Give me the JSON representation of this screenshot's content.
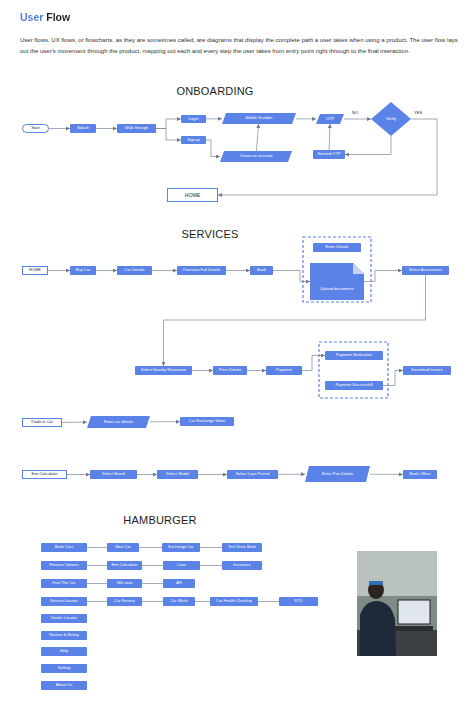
{
  "diagram": {
    "title": "User Flow",
    "caption": "User flows, UX flows, or flowcharts, as they are sometimes called, are diagrams that display the complete path a user takes when using a product. The user flow lays out the user's movement through the product, mapping out each and every step the user takes from entry point right through to the final interaction.",
    "nodes": [
      {
        "text": [
          "Start"
        ]
      },
      {
        "text": [
          "Splash"
        ]
      },
      {
        "text": [
          "Walk through"
        ]
      },
      {
        "text": [
          "Login"
        ]
      },
      {
        "text": [
          "Signup"
        ]
      },
      {
        "text": [
          "Mobile Number"
        ]
      },
      {
        "text": [
          "OTP"
        ]
      },
      {
        "text": [
          "Verify"
        ]
      },
      {
        "text": [
          "Create an account"
        ]
      },
      {
        "text": [
          "Resend OTP"
        ]
      },
      {
        "text": [
          "HOME"
        ]
      },
      {
        "text": [
          "HOME"
        ]
      },
      {
        "text": [
          "Buy Car"
        ]
      },
      {
        "text": [
          "Car Details"
        ]
      },
      {
        "text": [
          "Overview Full Details"
        ]
      },
      {
        "text": [
          "Book"
        ]
      },
      {
        "text": [
          "Enter Details"
        ]
      },
      {
        "text": [
          "Upload documents"
        ]
      },
      {
        "text": [
          "Select Accessories"
        ]
      },
      {
        "text": [
          "Select Nearby Showroom"
        ]
      },
      {
        "text": [
          "Price Details"
        ]
      },
      {
        "text": [
          "Payment"
        ]
      },
      {
        "text": [
          "Payment Verification"
        ]
      },
      {
        "text": [
          "Payment Successfull"
        ]
      },
      {
        "text": [
          "Download Invoice"
        ]
      },
      {
        "text": [
          "Trade-in Car"
        ]
      },
      {
        "text": [
          "Enter car details"
        ]
      },
      {
        "text": [
          "Car Exchange Value"
        ]
      },
      {
        "text": [
          "Emi Calculator"
        ]
      },
      {
        "text": [
          "Select Brand"
        ]
      },
      {
        "text": [
          "Select Model"
        ]
      },
      {
        "text": [
          "Select Loan Period"
        ]
      },
      {
        "text": [
          "Enter Pan Details"
        ]
      },
      {
        "text": [
          "Bank Offers"
        ]
      },
      {
        "text": [
          "Book Cars"
        ]
      },
      {
        "text": [
          "New Car"
        ]
      },
      {
        "text": [
          "Exchange Car"
        ]
      },
      {
        "text": [
          "Test Drive Book"
        ]
      },
      {
        "text": [
          "Finance Options"
        ]
      },
      {
        "text": [
          "Emi Calculator"
        ]
      },
      {
        "text": [
          "Loan"
        ]
      },
      {
        "text": [
          "Insurance"
        ]
      },
      {
        "text": [
          "Feel The Car"
        ]
      },
      {
        "text": [
          "360 view"
        ]
      },
      {
        "text": [
          "AR"
        ]
      },
      {
        "text": [
          "Service Locator"
        ]
      },
      {
        "text": [
          "Car Service"
        ]
      },
      {
        "text": [
          "Car Wash"
        ]
      },
      {
        "text": [
          "Car Health Checkup"
        ]
      },
      {
        "text": [
          "RTO"
        ]
      },
      {
        "text": [
          "Dealer Locator"
        ]
      },
      {
        "text": [
          "Review & Rating"
        ]
      },
      {
        "text": [
          "Help"
        ]
      },
      {
        "text": [
          "Setting"
        ]
      },
      {
        "text": [
          "About Us"
        ]
      }
    ],
    "edges": [
      {
        "from": 0,
        "to": 1,
        "arrow": "to"
      },
      {
        "from": 1,
        "to": 2,
        "arrow": "to"
      },
      {
        "from": 2,
        "to": 3,
        "arrow": "to"
      },
      {
        "from": 2,
        "to": 4,
        "arrow": "to"
      },
      {
        "from": 3,
        "to": 5,
        "arrow": "to"
      },
      {
        "from": 5,
        "to": 6,
        "arrow": "to"
      },
      {
        "from": 6,
        "to": 7,
        "arrow": "to"
      },
      {
        "from": 7,
        "to": 9,
        "label": "NO",
        "arrow": "to"
      },
      {
        "from": 9,
        "to": 6,
        "arrow": "to"
      },
      {
        "from": 4,
        "to": 8,
        "arrow": "to"
      },
      {
        "from": 8,
        "to": 5,
        "arrow": "to"
      },
      {
        "from": 7,
        "to": 10,
        "label": "YES",
        "arrow": "to"
      },
      {
        "from": 11,
        "to": 12,
        "arrow": "to"
      },
      {
        "from": 12,
        "to": 13,
        "arrow": "to"
      },
      {
        "from": 13,
        "to": 14,
        "arrow": "to"
      },
      {
        "from": 14,
        "to": 15,
        "arrow": "to"
      },
      {
        "from": 15,
        "to": 17,
        "arrow": "to"
      },
      {
        "from": 17,
        "to": 18,
        "arrow": "to"
      },
      {
        "from": 18,
        "to": 19,
        "arrow": "to"
      },
      {
        "from": 19,
        "to": 20,
        "arrow": "to"
      },
      {
        "from": 20,
        "to": 21,
        "arrow": "to"
      },
      {
        "from": 21,
        "to": 22,
        "arrow": "to"
      },
      {
        "from": 23,
        "to": 24,
        "arrow": "to"
      },
      {
        "from": 25,
        "to": 26,
        "arrow": "to"
      },
      {
        "from": 26,
        "to": 27,
        "arrow": "to"
      },
      {
        "from": 28,
        "to": 29,
        "arrow": "to"
      },
      {
        "from": 29,
        "to": 30,
        "arrow": "to"
      },
      {
        "from": 30,
        "to": 31,
        "arrow": "to"
      },
      {
        "from": 31,
        "to": 32,
        "arrow": "to"
      },
      {
        "from": 32,
        "to": 33,
        "arrow": "to"
      },
      {
        "from": 34,
        "to": 35,
        "arrow": "none"
      },
      {
        "from": 35,
        "to": 36,
        "arrow": "none"
      },
      {
        "from": 36,
        "to": 37,
        "arrow": "none"
      },
      {
        "from": 38,
        "to": 39,
        "arrow": "none"
      },
      {
        "from": 39,
        "to": 40,
        "arrow": "none"
      },
      {
        "from": 40,
        "to": 41,
        "arrow": "none"
      },
      {
        "from": 42,
        "to": 43,
        "arrow": "none"
      },
      {
        "from": 43,
        "to": 44,
        "arrow": "none"
      },
      {
        "from": 45,
        "to": 46,
        "arrow": "none"
      },
      {
        "from": 46,
        "to": 47,
        "arrow": "none"
      },
      {
        "from": 47,
        "to": 48,
        "arrow": "none"
      },
      {
        "from": 48,
        "to": 49,
        "arrow": "none"
      }
    ],
    "labels": [
      "ONBOARDING",
      "SERVICES",
      "HAMBURGER"
    ]
  }
}
